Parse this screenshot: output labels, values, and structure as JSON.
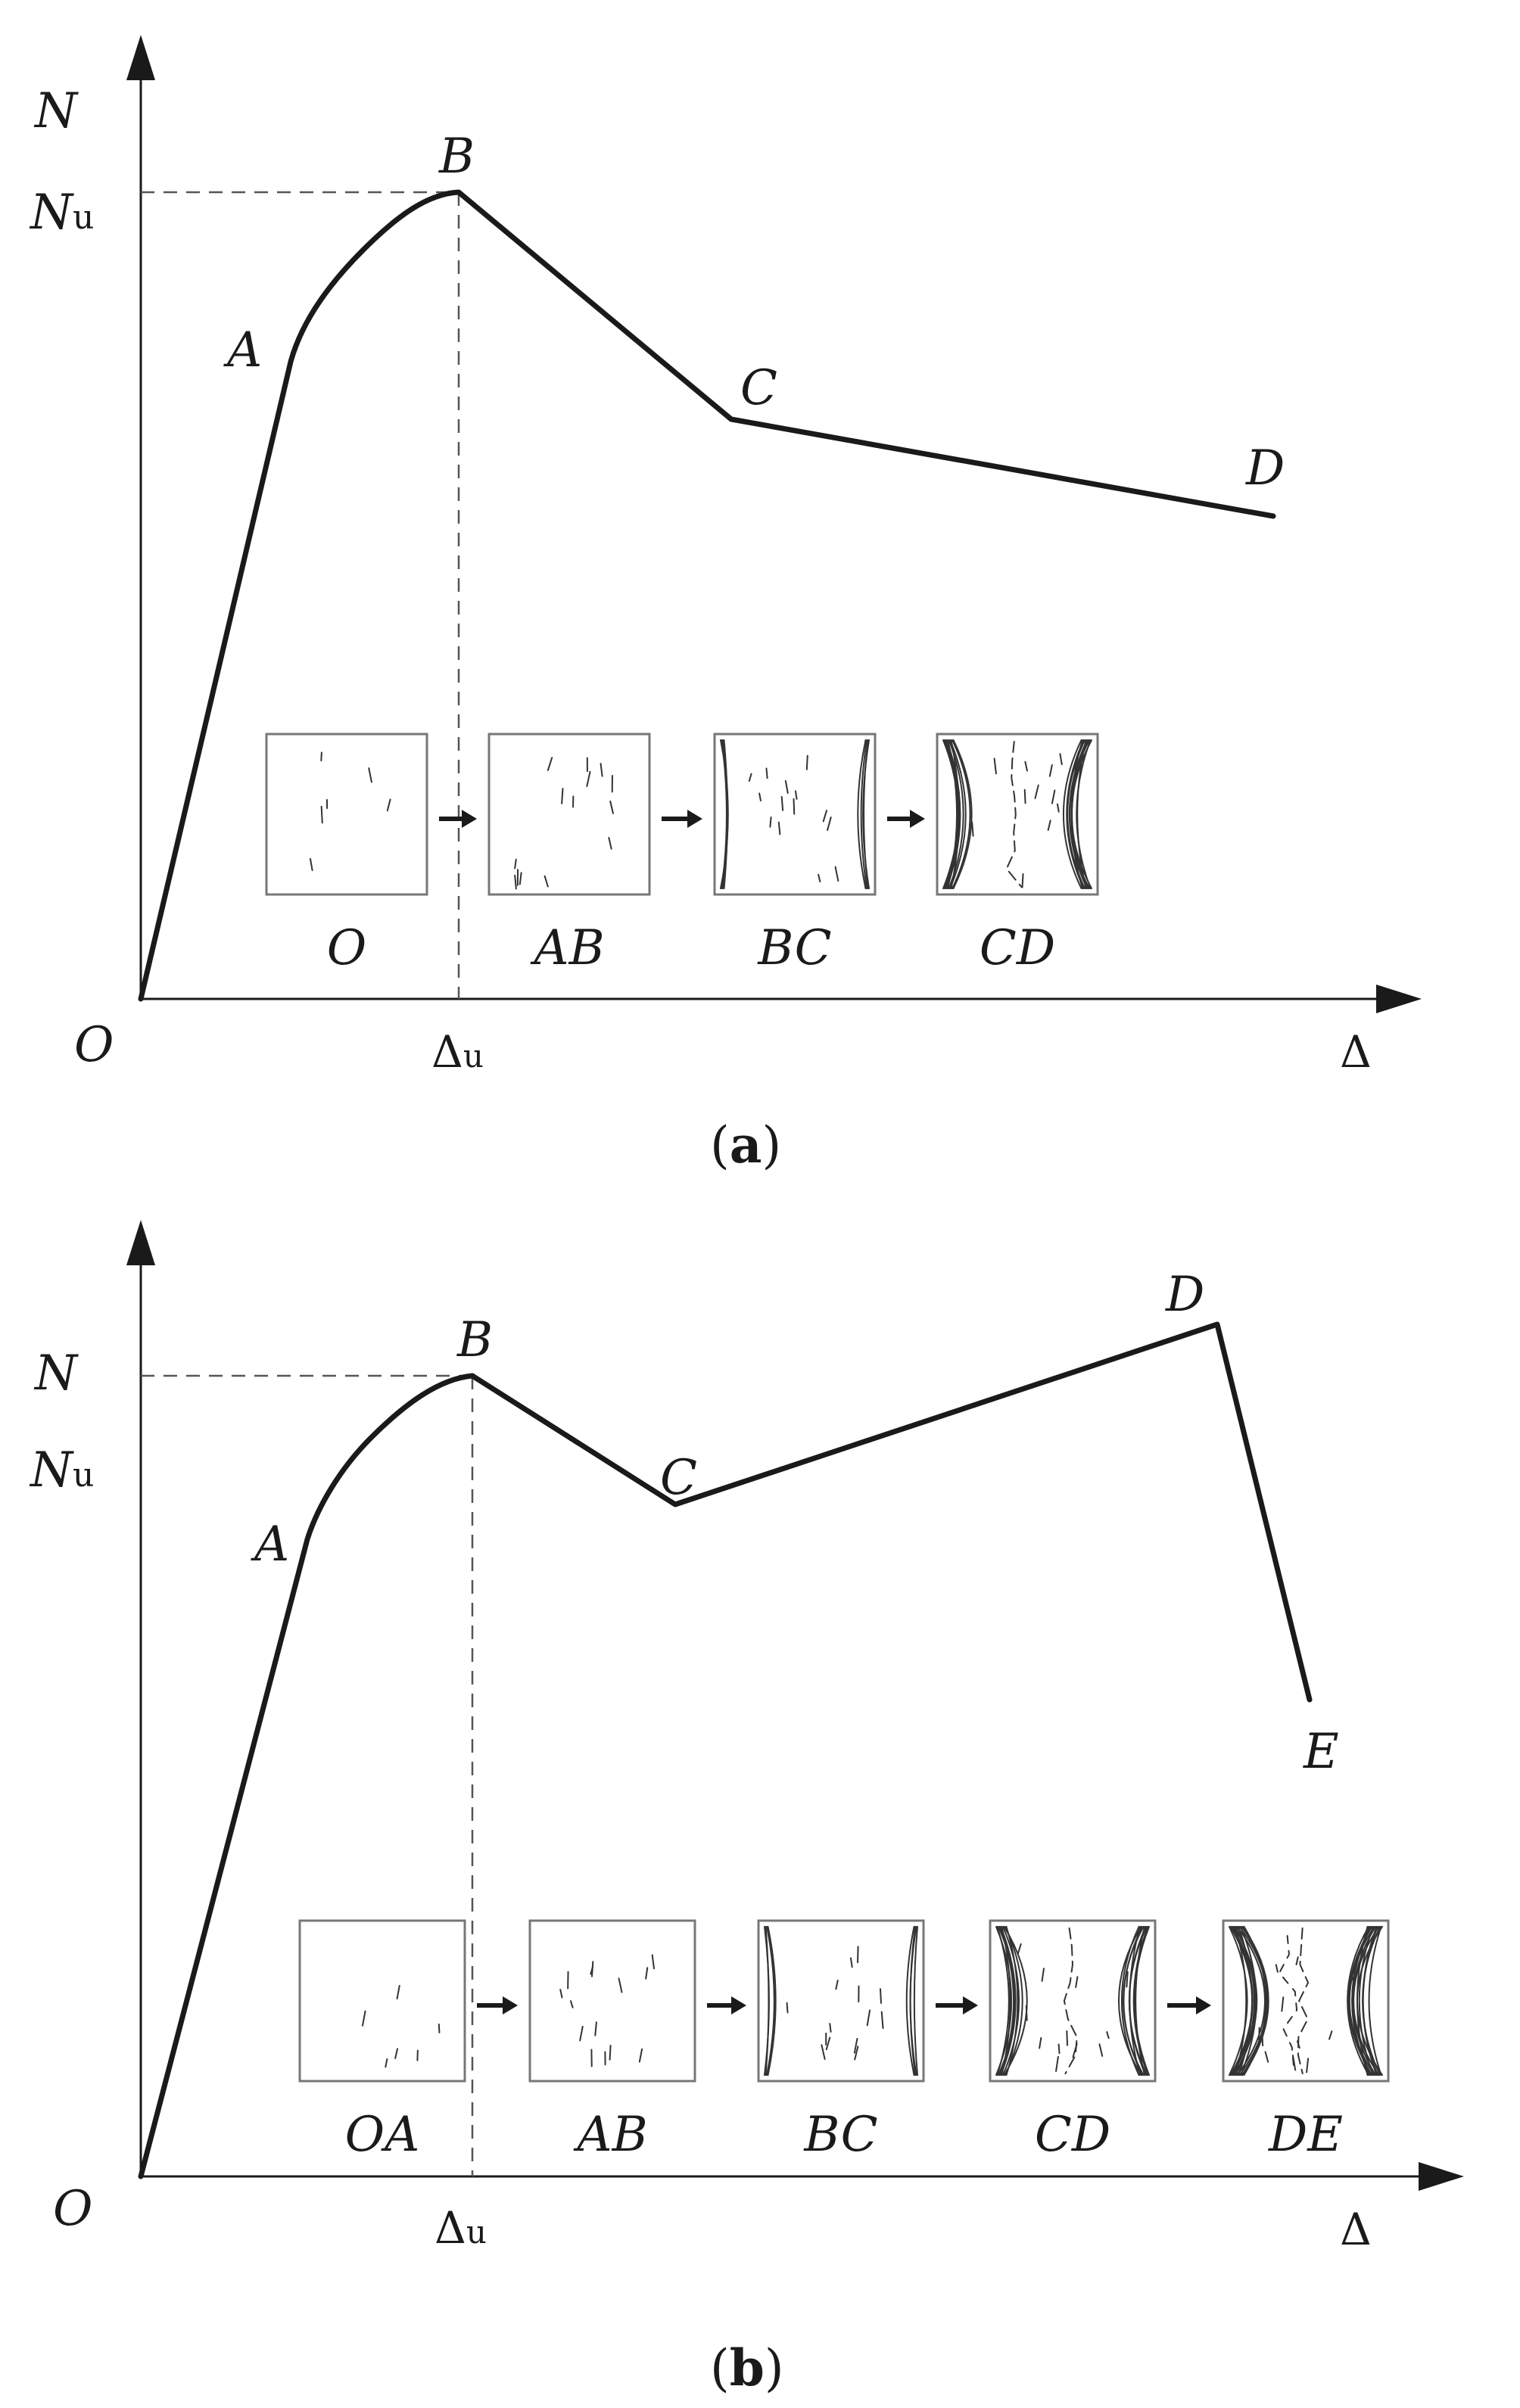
{
  "panels": [
    {
      "id": "a",
      "caption_open": "(",
      "caption_letter": "a",
      "caption_close": ")",
      "axis": {
        "y_label": "N",
        "y_ref_main": "N",
        "y_ref_sub": "u",
        "x_label": "Δ",
        "x_ref_main": "Δ",
        "x_ref_sub": "u",
        "origin": "O"
      },
      "points": [
        {
          "label": "A"
        },
        {
          "label": "B"
        },
        {
          "label": "C"
        },
        {
          "label": "D"
        }
      ],
      "stages": [
        {
          "label": "O",
          "crack_level": 0
        },
        {
          "label": "AB",
          "crack_level": 1
        },
        {
          "label": "BC",
          "crack_level": 2
        },
        {
          "label": "CD",
          "crack_level": 3
        }
      ]
    },
    {
      "id": "b",
      "caption_open": "(",
      "caption_letter": "b",
      "caption_close": ")",
      "axis": {
        "y_label": "N",
        "y_ref_main": "N",
        "y_ref_sub": "u",
        "x_label": "Δ",
        "x_ref_main": "Δ",
        "x_ref_sub": "u",
        "origin": "O"
      },
      "points": [
        {
          "label": "A"
        },
        {
          "label": "B"
        },
        {
          "label": "C"
        },
        {
          "label": "D"
        },
        {
          "label": "E"
        }
      ],
      "stages": [
        {
          "label": "OA",
          "crack_level": 0
        },
        {
          "label": "AB",
          "crack_level": 1
        },
        {
          "label": "BC",
          "crack_level": 2
        },
        {
          "label": "CD",
          "crack_level": 3
        },
        {
          "label": "DE",
          "crack_level": 4
        }
      ]
    }
  ]
}
